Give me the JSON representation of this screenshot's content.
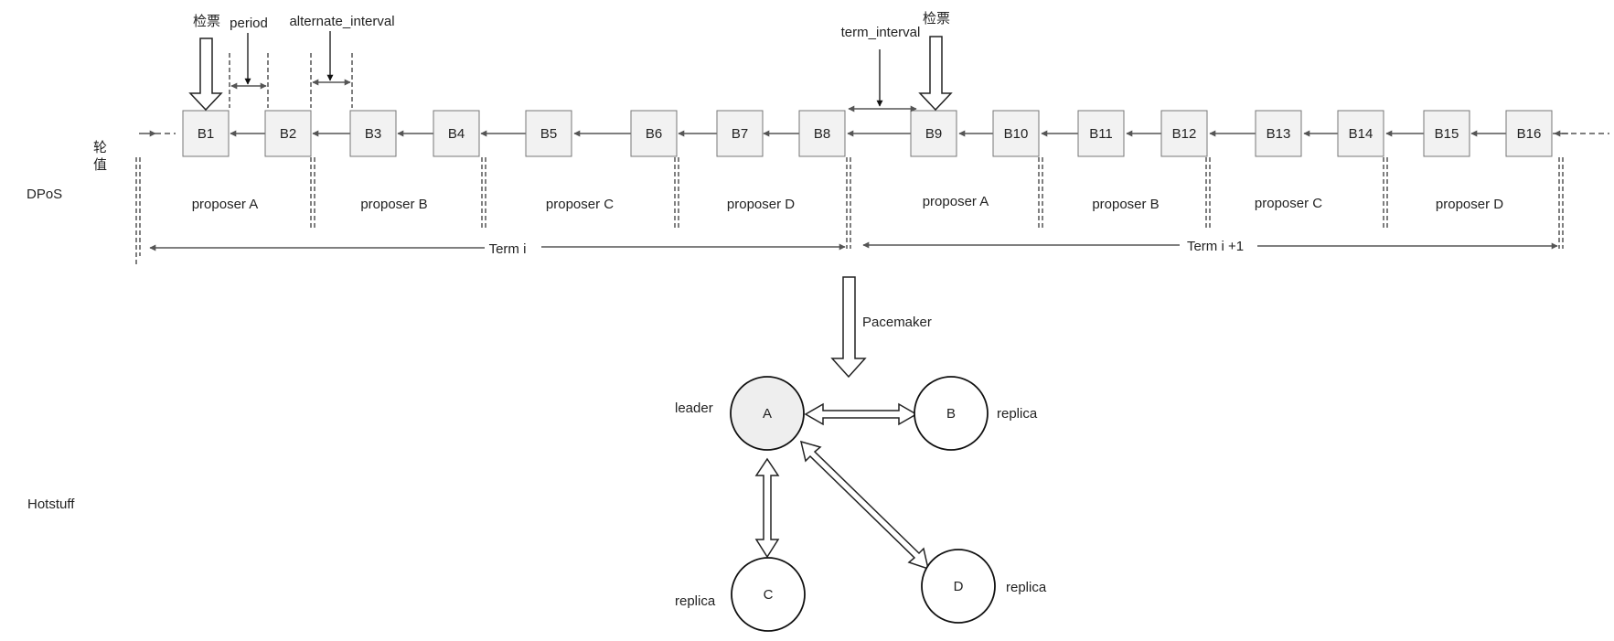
{
  "sections": {
    "dpos": "DPoS",
    "hotstuff": "Hotstuff"
  },
  "vertical_label": [
    "轮",
    "值"
  ],
  "blocks": [
    "B1",
    "B2",
    "B3",
    "B4",
    "B5",
    "B6",
    "B7",
    "B8",
    "B9",
    "B10",
    "B11",
    "B12",
    "B13",
    "B14",
    "B15",
    "B16"
  ],
  "proposers": [
    "proposer A",
    "proposer B",
    "proposer C",
    "proposer D",
    "proposer A",
    "proposer B",
    "proposer C",
    "proposer D"
  ],
  "terms": [
    "Term i",
    "Term i +1"
  ],
  "annotations": {
    "ticket_check": "检票",
    "period": "period",
    "alternate_interval": "alternate_interval",
    "term_interval": "term_interval",
    "pacemaker": "Pacemaker"
  },
  "hotstuff_nodes": [
    {
      "id": "A",
      "role": "leader"
    },
    {
      "id": "B",
      "role": "replica"
    },
    {
      "id": "C",
      "role": "replica"
    },
    {
      "id": "D",
      "role": "replica"
    }
  ],
  "colors": {
    "line": "#555555",
    "block_fill": "#f2f2f2",
    "block_stroke": "#777777",
    "leader_fill": "#eeeeee",
    "node_stroke": "#111111"
  }
}
